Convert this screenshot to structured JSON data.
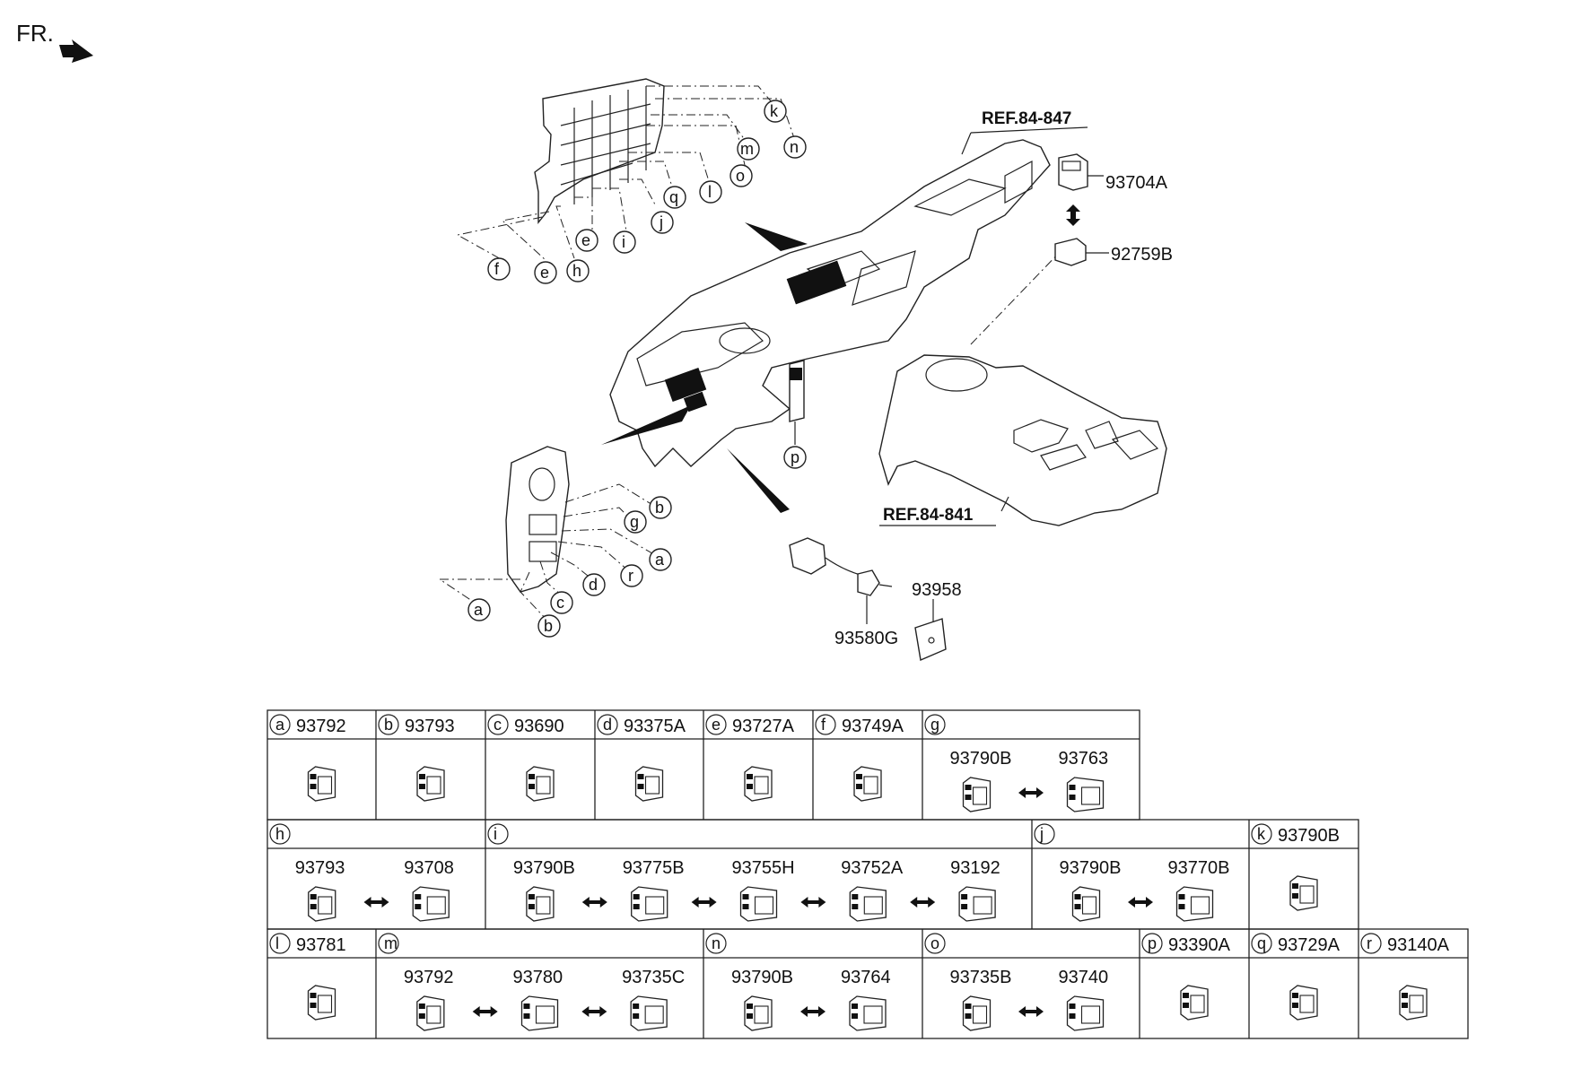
{
  "front_marker": "FR.",
  "refs": {
    "upper": "REF.84-847",
    "lower": "REF.84-841"
  },
  "main_labels": {
    "switch_top": "93704A",
    "switch_bottom": "92759B",
    "wire_connector": "93580G",
    "pad": "93958"
  },
  "callout_letters": {
    "upper_panel": [
      "k",
      "n",
      "m",
      "o",
      "l",
      "q",
      "j",
      "i",
      "e",
      "h",
      "e",
      "f"
    ],
    "lower_panel": [
      "b",
      "g",
      "a",
      "r",
      "d",
      "c",
      "b",
      "a"
    ],
    "center": [
      "p"
    ]
  },
  "table": {
    "rows": [
      [
        {
          "letter": "a",
          "part": "93792"
        },
        {
          "letter": "b",
          "part": "93793"
        },
        {
          "letter": "c",
          "part": "93690"
        },
        {
          "letter": "d",
          "part": "93375A"
        },
        {
          "letter": "e",
          "part": "93727A"
        },
        {
          "letter": "f",
          "part": "93749A"
        },
        {
          "letter": "g",
          "part": "",
          "options": [
            "93790B",
            "93763"
          ]
        }
      ],
      [
        {
          "letter": "h",
          "part": "",
          "options": [
            "93793",
            "93708"
          ]
        },
        {
          "letter": "i",
          "part": "",
          "options": [
            "93790B",
            "93775B",
            "93755H",
            "93752A",
            "93192"
          ]
        },
        {
          "letter": "j",
          "part": "",
          "options": [
            "93790B",
            "93770B"
          ]
        },
        {
          "letter": "k",
          "part": "93790B"
        }
      ],
      [
        {
          "letter": "l",
          "part": "93781"
        },
        {
          "letter": "m",
          "part": "",
          "options": [
            "93792",
            "93780",
            "93735C"
          ]
        },
        {
          "letter": "n",
          "part": "",
          "options": [
            "93790B",
            "93764"
          ]
        },
        {
          "letter": "o",
          "part": "",
          "options": [
            "93735B",
            "93740"
          ]
        },
        {
          "letter": "p",
          "part": "93390A"
        },
        {
          "letter": "q",
          "part": "93729A"
        },
        {
          "letter": "r",
          "part": "93140A"
        }
      ]
    ]
  }
}
